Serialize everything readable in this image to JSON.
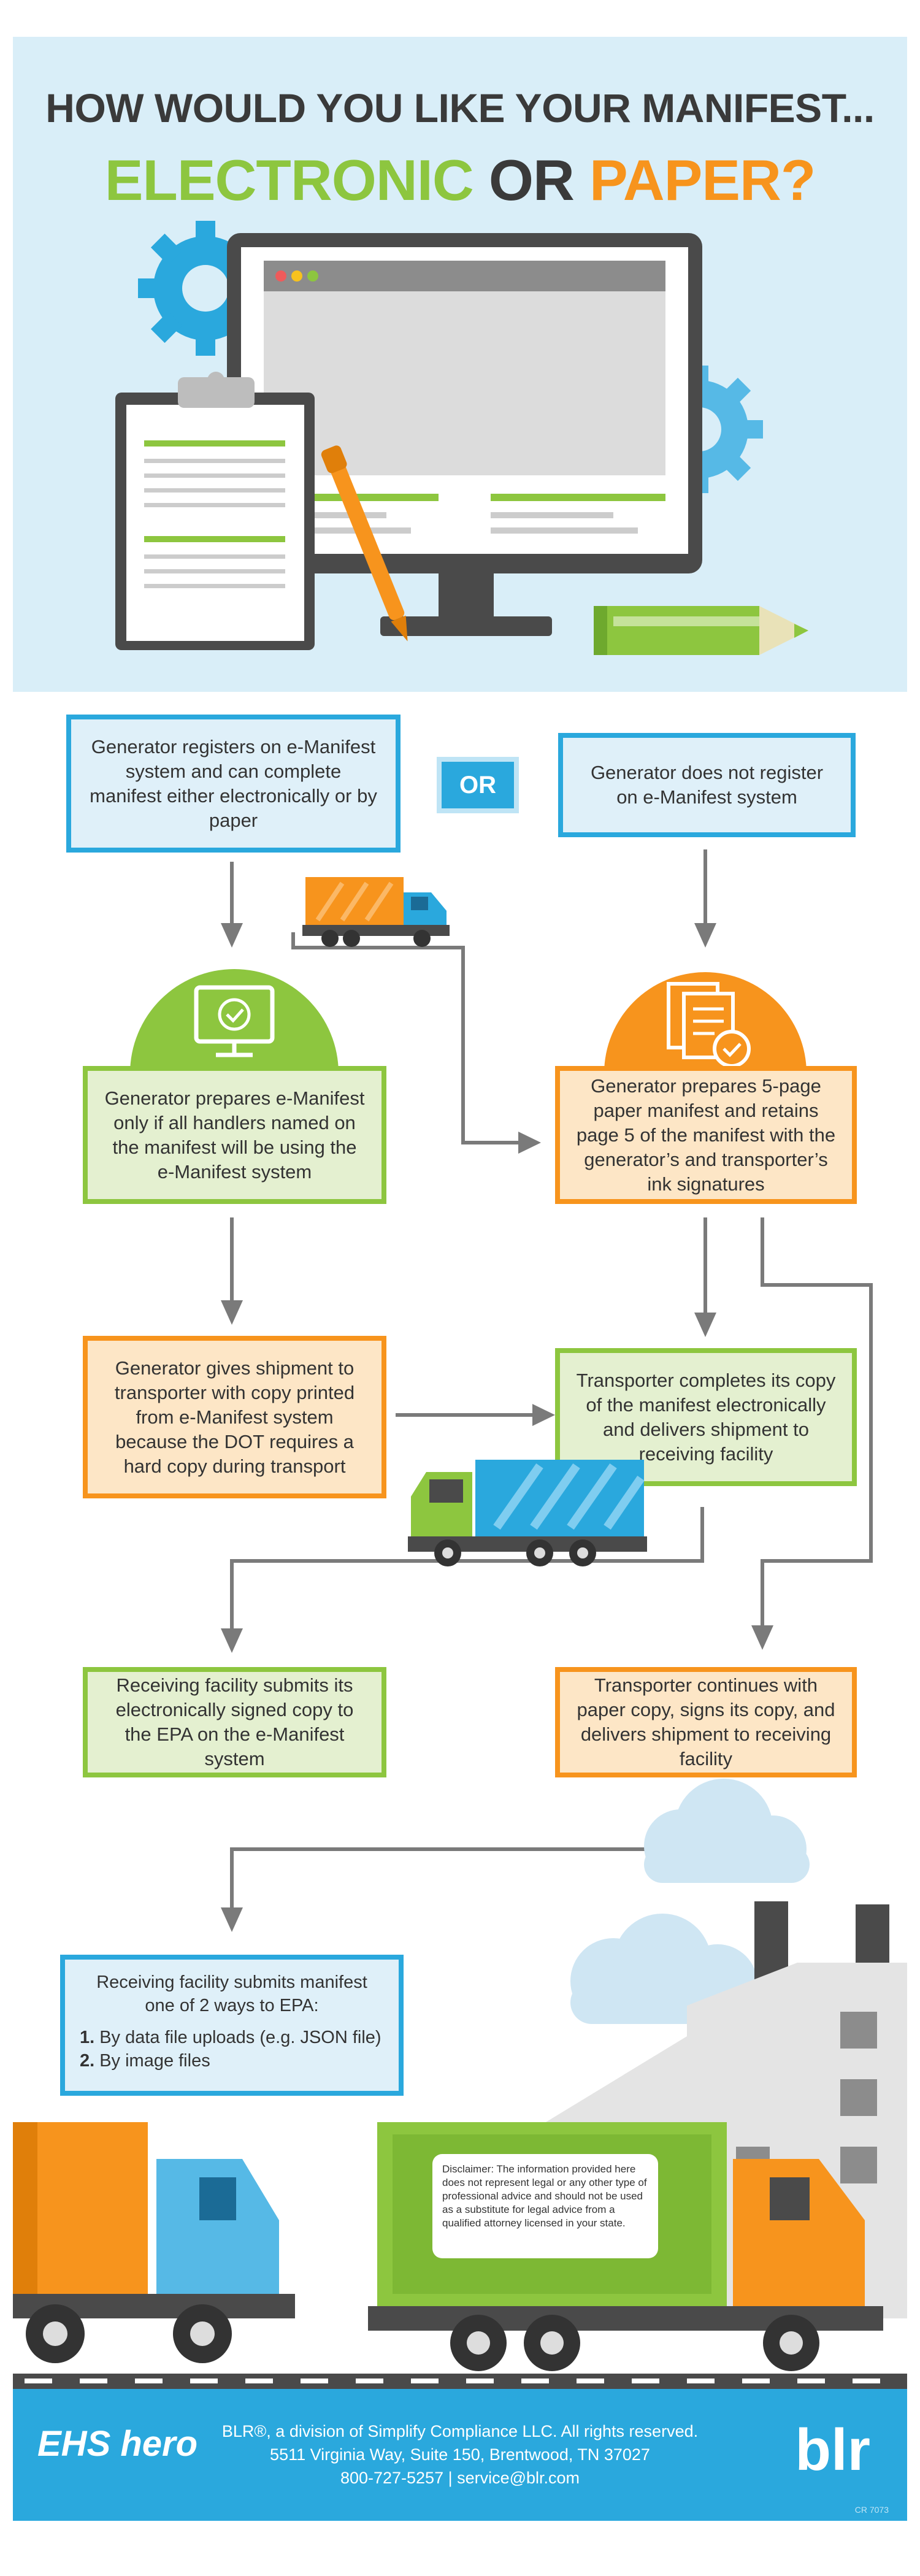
{
  "header": {
    "title_line1": "HOW WOULD YOU LIKE YOUR MANIFEST...",
    "title_word1": "ELECTRONIC",
    "title_or": "OR",
    "title_word2": "PAPER?"
  },
  "flow": {
    "or_label": "OR",
    "registers": "Generator registers on e-Manifest system and can complete manifest either electronically or by paper",
    "not_registers": "Generator does not register on e-Manifest system",
    "prepares_e": "Generator prepares e-Manifest only if all handlers named on the manifest will be using the e-Manifest system",
    "prepares_paper": "Generator prepares 5-page paper manifest and retains page 5 of the manifest with the generator’s and transporter’s ink signatures",
    "gives_shipment": "Generator gives shipment to transporter with copy printed from e-Manifest system because the DOT requires a hard copy during transport",
    "transporter_completes": "Transporter completes its copy of the manifest electronically and delivers shipment to receiving facility",
    "receiving_submits_signed": "Receiving facility submits its electronically signed copy to the EPA on the e-Manifest system",
    "transporter_continues": "Transporter continues with paper copy, signs its copy, and delivers shipment to receiving facility",
    "final_head": "Receiving facility submits manifest one of 2 ways to EPA:",
    "final_items": [
      {
        "num": "1.",
        "text": "By data file uploads (e.g. JSON file)"
      },
      {
        "num": "2.",
        "text": "By image files"
      }
    ]
  },
  "disclaimer": "Disclaimer: The information provided here does not represent legal or any other type of professional advice and should not be used as a substitute for legal advice from a qualified attorney licensed in your state.",
  "footer": {
    "logo_left": "EHS hero",
    "logo_right": "blr",
    "line1": "BLR®, a division of Simplify Compliance LLC. All rights reserved.",
    "line2": "5511 Virginia Way, Suite 150, Brentwood, TN 37027",
    "line3": "800-727-5257 | service@blr.com",
    "code": "CR 7073"
  },
  "colors": {
    "blue": "#2aa8dd",
    "green": "#8dc63f",
    "orange": "#f7941d",
    "dark": "#3a3a3a",
    "gray": "#808080"
  },
  "icons": [
    "gear-icon",
    "monitor-icon",
    "clipboard-icon",
    "pen-icon",
    "pencil-icon",
    "truck-icon",
    "checkmark-monitor-icon",
    "document-check-icon",
    "factory-icon",
    "cloud-icon"
  ]
}
